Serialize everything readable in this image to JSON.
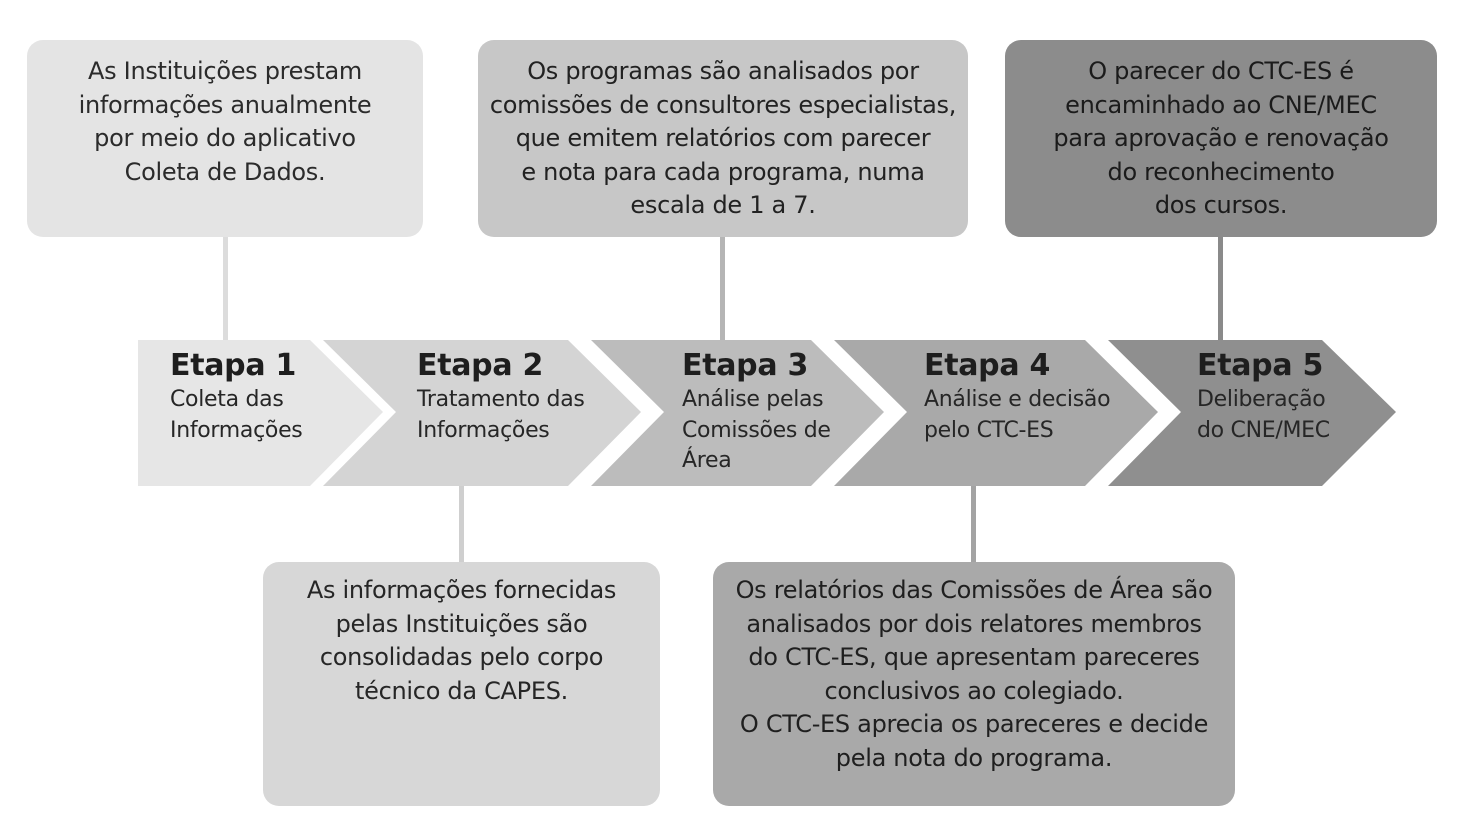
{
  "colors": {
    "step1": "#e6e6e6",
    "step2": "#d4d4d4",
    "step3": "#bcbcbc",
    "step4": "#a9a9a9",
    "step5": "#8f8f8f",
    "box_top1": "#e4e4e4",
    "box_top2": "#c7c7c7",
    "box_top3": "#8c8c8c",
    "box_bottom1": "#d7d7d7",
    "box_bottom2": "#a9a9a9"
  },
  "steps": [
    {
      "title": "Etapa 1",
      "description": "Coleta das\nInformações"
    },
    {
      "title": "Etapa 2",
      "description": "Tratamento das\nInformações"
    },
    {
      "title": "Etapa 3",
      "description": "Análise pelas\nComissões de\nÁrea"
    },
    {
      "title": "Etapa 4",
      "description": "Análise e decisão\npelo CTC-ES"
    },
    {
      "title": "Etapa 5",
      "description": "Deliberação\ndo CNE/MEC"
    }
  ],
  "notes": {
    "step1": "As Instituições prestam\ninformações anualmente\npor meio do aplicativo\nColeta de Dados.",
    "step2": "As informações fornecidas\npelas Instituições são\nconsolidadas pelo corpo\ntécnico da CAPES.",
    "step3": "Os programas são analisados por\ncomissões de consultores especialistas,\nque emitem relatórios com parecer\ne nota para cada programa, numa\nescala de 1 a 7.",
    "step4": "Os relatórios das Comissões de Área são\nanalisados por dois relatores membros\ndo CTC-ES, que apresentam pareceres\nconclusivos ao colegiado.\nO CTC-ES aprecia os pareceres e decide\npela nota do programa.",
    "step5": "O parecer do CTC-ES é\nencaminhado ao CNE/MEC\npara aprovação e renovação\ndo reconhecimento\ndos cursos."
  }
}
